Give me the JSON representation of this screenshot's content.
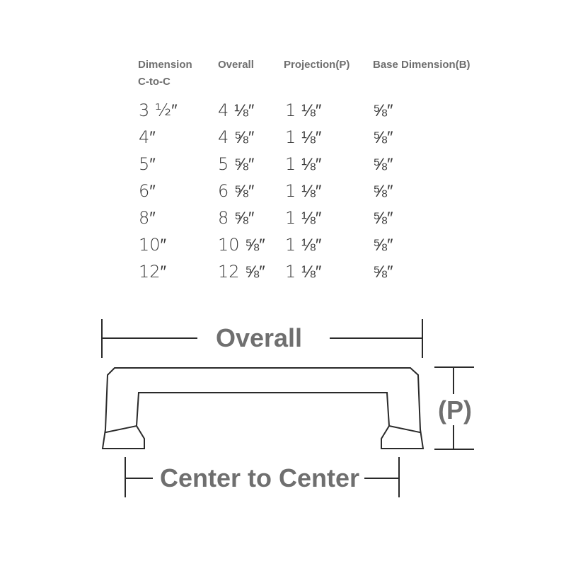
{
  "table": {
    "headers": [
      {
        "line1": "Dimension",
        "line2": "C-to-C"
      },
      {
        "line1": "Overall",
        "line2": ""
      },
      {
        "line1": "Projection(P)",
        "line2": ""
      },
      {
        "line1": "Base Dimension(B)",
        "line2": ""
      }
    ],
    "rows": [
      [
        "3 ½″",
        "4 ⅛″",
        "1 ⅛″",
        "⅝″"
      ],
      [
        "4″",
        "4 ⅝″",
        "1 ⅛″",
        "⅝″"
      ],
      [
        "5″",
        "5 ⅝″",
        "1 ⅛″",
        "⅝″"
      ],
      [
        "6″",
        "6 ⅝″",
        "1 ⅛″",
        "⅝″"
      ],
      [
        "8″",
        "8 ⅝″",
        "1 ⅛″",
        "⅝″"
      ],
      [
        "10″",
        "10 ⅝″",
        "1 ⅛″",
        "⅝″"
      ],
      [
        "12″",
        "12 ⅝″",
        "1 ⅛″",
        "⅝″"
      ]
    ]
  },
  "diagram": {
    "overall_label": "Overall",
    "projection_label": "(P)",
    "center_label": "Center to Center",
    "line_color": "#2a2a2a",
    "label_color": "#6f6f6f"
  }
}
